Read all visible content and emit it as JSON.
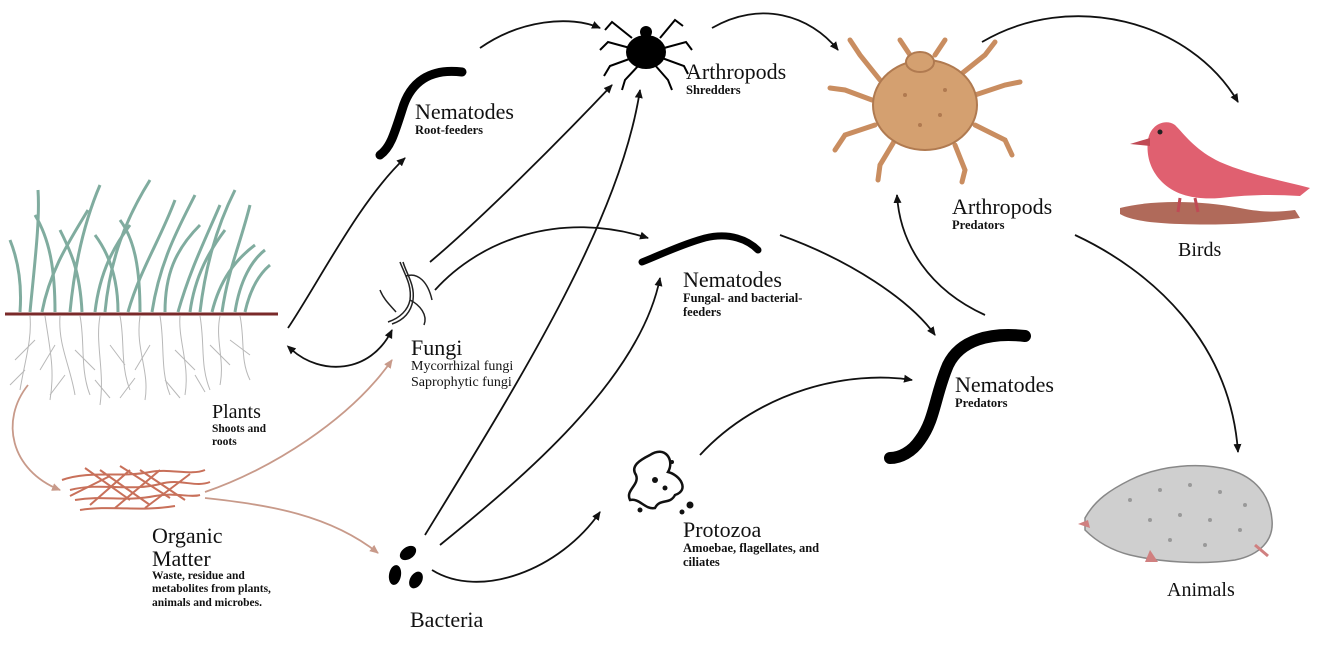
{
  "nodes": {
    "plants": {
      "title": "Plants",
      "subtitle": "Shoots and roots"
    },
    "organic": {
      "title": "Organic Matter",
      "subtitle": "Waste, residue and metabolites from plants, animals and microbes."
    },
    "fungi": {
      "title": "Fungi",
      "subtitle": "Mycorrhizal fungi Saprophytic fungi"
    },
    "bacteria": {
      "title": "Bacteria",
      "subtitle": ""
    },
    "nem_root": {
      "title": "Nematodes",
      "subtitle": "Root-feeders"
    },
    "nem_fb": {
      "title": "Nematodes",
      "subtitle": "Fungal- and bacterial-feeders"
    },
    "nem_pred": {
      "title": "Nematodes",
      "subtitle": "Predators"
    },
    "protozoa": {
      "title": "Protozoa",
      "subtitle": "Amoebae, flagellates, and ciliates"
    },
    "arth_shred": {
      "title": "Arthropods",
      "subtitle": "Shredders"
    },
    "arth_pred": {
      "title": "Arthropods",
      "subtitle": "Predators"
    },
    "birds": {
      "title": "Birds",
      "subtitle": ""
    },
    "animals": {
      "title": "Animals",
      "subtitle": ""
    }
  },
  "colors": {
    "arrow": "#111111",
    "organic_arrow": "#c89a8a",
    "mite": "#d4a070",
    "bird": "#e06070",
    "grass": "#7aa89a",
    "soil": "#7a2a2a",
    "mole": "#cfcfcf"
  }
}
